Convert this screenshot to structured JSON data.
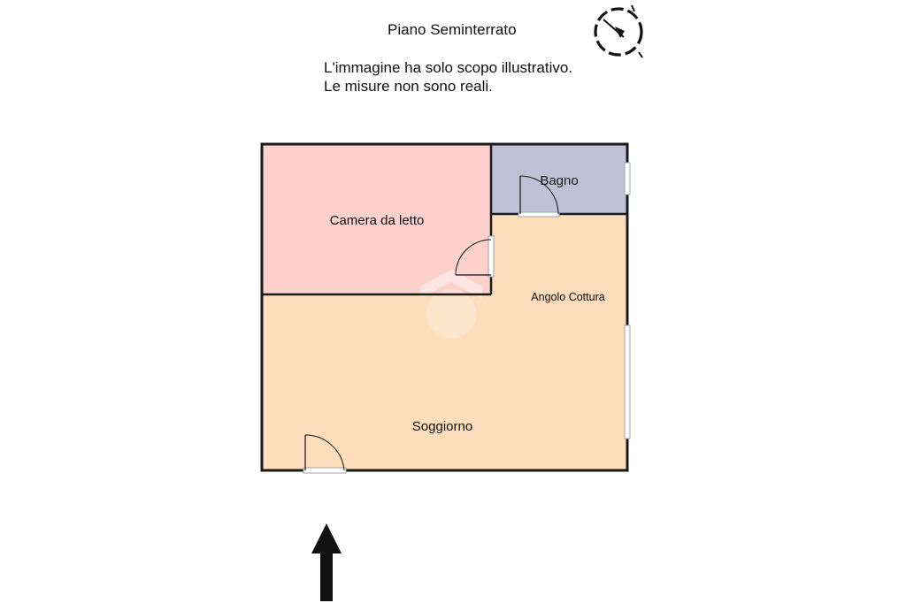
{
  "header": {
    "title": "Piano Seminterrato",
    "note_lines": [
      "L'immagine ha solo scopo illustrativo.",
      "Le misure non sono reali."
    ]
  },
  "rooms": [
    {
      "name": "Camera da letto",
      "color": "#fcd1cc"
    },
    {
      "name": "Bagno",
      "color": "#c0c0d6"
    },
    {
      "name": "Angolo Cottura",
      "color": "#fdddbb"
    },
    {
      "name": "Soggiorno",
      "color": "#fdddbb"
    }
  ],
  "icons": {
    "compass": "compass-icon",
    "entrance_arrow": "entrance-arrow-icon",
    "watermark": "watermark-logo"
  },
  "colors": {
    "wall": "#1a1a1a",
    "door_frame": "#9ea5a8"
  }
}
